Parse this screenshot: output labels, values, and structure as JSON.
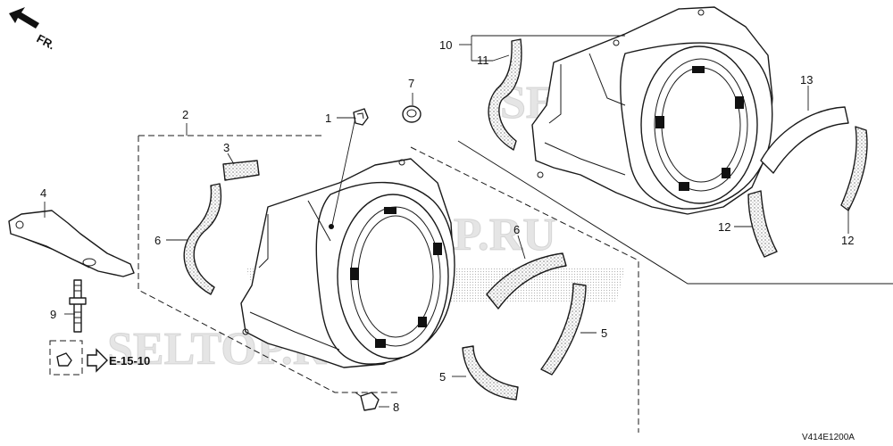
{
  "direction": {
    "label": "FR.",
    "icon": "front-direction-arrow-icon"
  },
  "reference": {
    "label": "E-15-10"
  },
  "figure_code": "V414E1200A",
  "watermark": "SELTOP.RU",
  "callouts": {
    "c10": "10",
    "c11": "11",
    "c13": "13",
    "c12a": "12",
    "c12b": "12",
    "c7": "7",
    "c1": "1",
    "c2": "2",
    "c3": "3",
    "c4": "4",
    "c6a": "6",
    "c6b": "6",
    "c9": "9",
    "c5a": "5",
    "c5b": "5",
    "c8": "8"
  }
}
